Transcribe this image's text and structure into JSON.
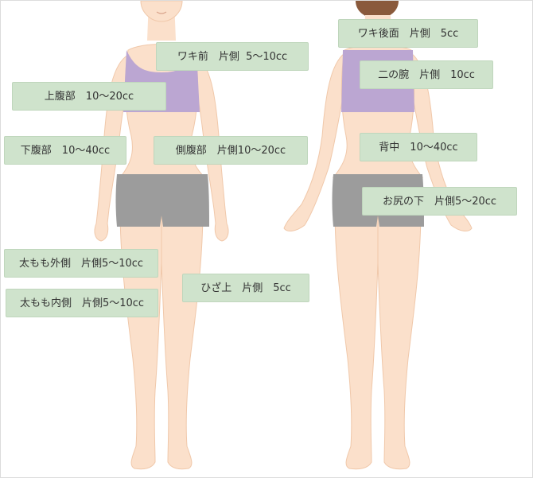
{
  "colors": {
    "skin": "#fbe0cb",
    "skin_shade": "#f3c9ab",
    "bra": "#bba6d2",
    "shorts": "#9c9c9c",
    "hair": "#8a5a3c",
    "label_bg": "#cfe3cc",
    "label_text": "#333333"
  },
  "front_labels": {
    "waki_mae": "ワキ前　片側  5〜10cc",
    "jou_fukubu": "上腹部　10〜20cc",
    "ka_fukubu": "下腹部　10〜40cc",
    "soku_fukubu": "側腹部　片側10〜20cc",
    "futomomo_soto": "太もも外側　片側5〜10cc",
    "hiza_ue": "ひざ上　片側　5cc",
    "futomomo_uchi": "太もも内側　片側5〜10cc"
  },
  "back_labels": {
    "waki_ushiro": "ワキ後面　片側　5cc",
    "ninoude": "二の腕　片側　10cc",
    "senaka": "背中　10〜40cc",
    "oshiri_shita": "お尻の下　片側5〜20cc"
  }
}
